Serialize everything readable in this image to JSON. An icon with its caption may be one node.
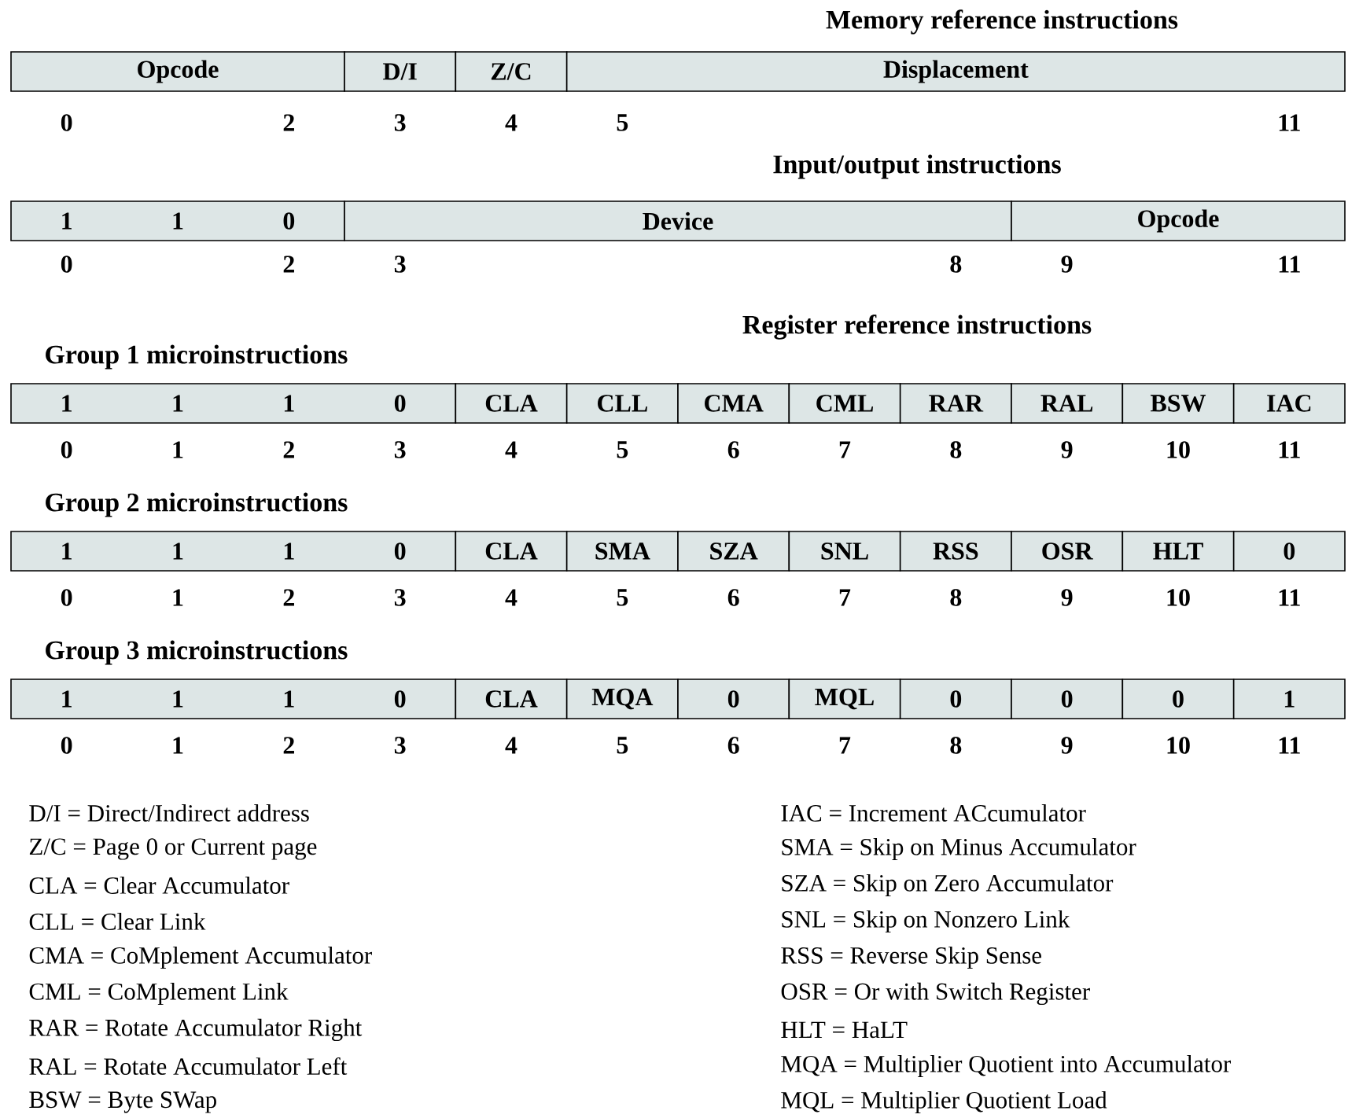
{
  "diagram": {
    "nodes": [
      {
        "text": [
          "Opcode"
        ]
      },
      {
        "text": [
          "D/I"
        ]
      },
      {
        "text": [
          "Z/C"
        ]
      },
      {
        "text": [
          "Displacement"
        ]
      },
      {
        "text": [
          "1",
          "1",
          "0"
        ]
      },
      {
        "text": [
          "Device"
        ]
      },
      {
        "text": [
          "Opcode"
        ]
      },
      {
        "text": [
          "1",
          "1",
          "1",
          "0"
        ]
      },
      {
        "text": [
          "CLA"
        ]
      },
      {
        "text": [
          "CLL"
        ]
      },
      {
        "text": [
          "CMA"
        ]
      },
      {
        "text": [
          "CML"
        ]
      },
      {
        "text": [
          "RAR"
        ]
      },
      {
        "text": [
          "RAL"
        ]
      },
      {
        "text": [
          "BSW"
        ]
      },
      {
        "text": [
          "IAC"
        ]
      },
      {
        "text": [
          "1",
          "1",
          "1",
          "0"
        ]
      },
      {
        "text": [
          "CLA"
        ]
      },
      {
        "text": [
          "SMA"
        ]
      },
      {
        "text": [
          "SZA"
        ]
      },
      {
        "text": [
          "SNL"
        ]
      },
      {
        "text": [
          "RSS"
        ]
      },
      {
        "text": [
          "OSR"
        ]
      },
      {
        "text": [
          "HLT"
        ]
      },
      {
        "text": [
          "0"
        ]
      },
      {
        "text": [
          "1",
          "1",
          "1",
          "0"
        ]
      },
      {
        "text": [
          "CLA"
        ]
      },
      {
        "text": [
          "MQA"
        ]
      },
      {
        "text": [
          "0"
        ]
      },
      {
        "text": [
          "MQL"
        ]
      },
      {
        "text": [
          "0"
        ]
      },
      {
        "text": [
          "0"
        ]
      },
      {
        "text": [
          "0"
        ]
      },
      {
        "text": [
          "1"
        ]
      }
    ],
    "labels": [
      "Memory reference instructions",
      "0",
      "2",
      "3",
      "4",
      "5",
      "11",
      "Input/output instructions",
      "0",
      "2",
      "3",
      "8",
      "9",
      "11",
      "Register reference instructions",
      "Group 1 microinstructions",
      "0",
      "1",
      "2",
      "3",
      "4",
      "5",
      "6",
      "7",
      "8",
      "9",
      "10",
      "11",
      "Group 2 microinstructions",
      "0",
      "1",
      "2",
      "3",
      "4",
      "5",
      "6",
      "7",
      "8",
      "9",
      "10",
      "11",
      "Group 3 microinstructions",
      "0",
      "1",
      "2",
      "3",
      "4",
      "5",
      "6",
      "7",
      "8",
      "9",
      "10",
      "11",
      "D/I = Direct/Indirect address",
      "Z/C = Page 0 or Current page",
      "CLA = Clear Accumulator",
      "CLL = Clear Link",
      "CMA = CoMplement Accumulator",
      "CML = CoMplement Link",
      "RAR = Rotate Accumulator Right",
      "RAL = Rotate Accumulator Left",
      "BSW = Byte SWap",
      "IAC = Increment ACcumulator",
      "SMA = Skip on Minus Accumulator",
      "SZA = Skip on Zero Accumulator",
      "SNL = Skip on Nonzero Link",
      "RSS = Reverse Skip Sense",
      "OSR = Or with Switch Register",
      "HLT = HaLT",
      "MQA = Multiplier Quotient into Accumulator",
      "MQL = Multiplier Quotient Load"
    ]
  }
}
